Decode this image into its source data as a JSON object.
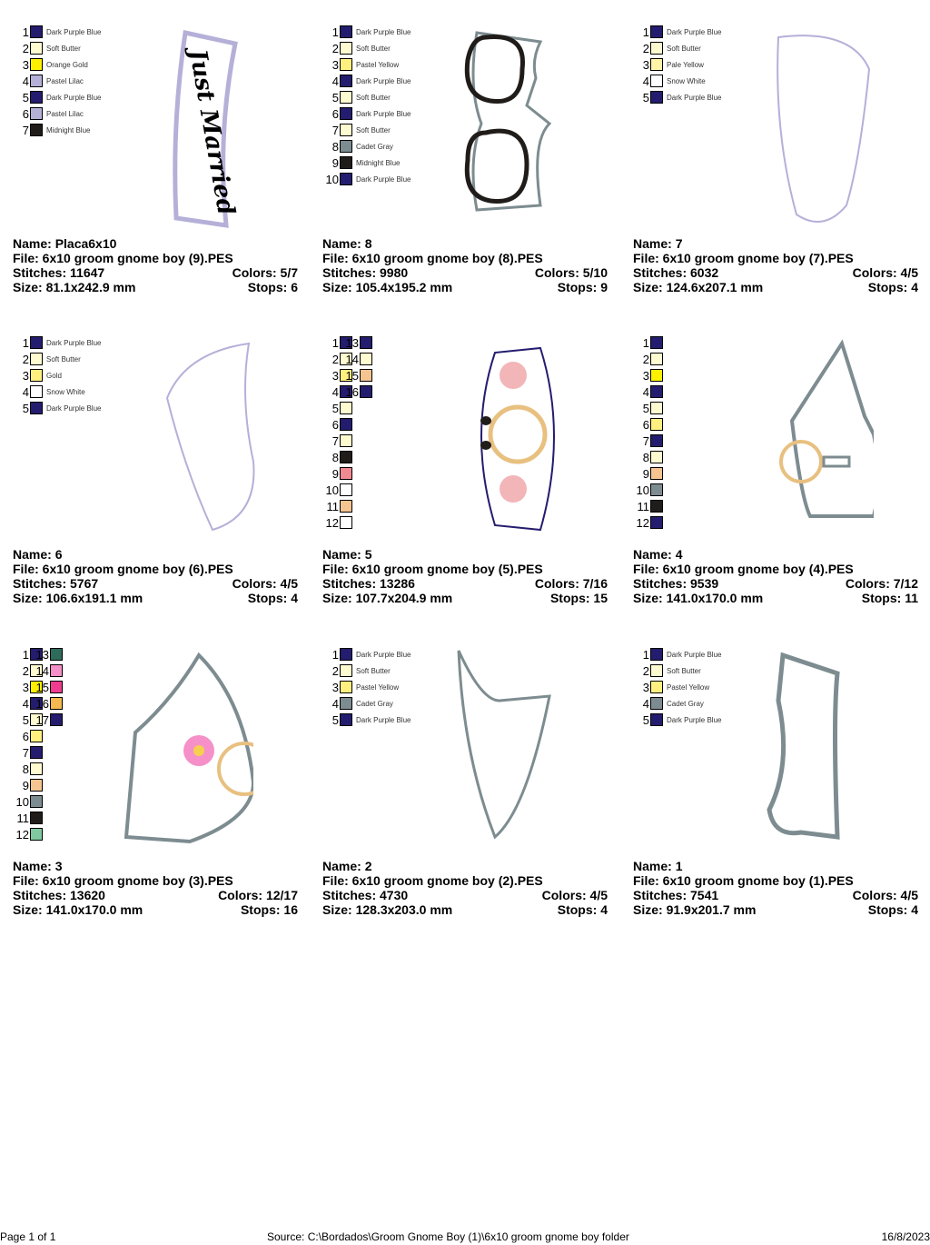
{
  "palette": {
    "Dark Purple Blue": "#241c6e",
    "Soft Butter": "#fffbd0",
    "Orange Gold": "#fff000",
    "Pastel Lilac": "#b5b0d8",
    "Midnight Blue": "#201c1a",
    "Pastel Yellow": "#fff080",
    "Cadet Gray": "#7d8c90",
    "Pale Yellow": "#fff4a8",
    "Snow White": "#ffffff",
    "Gold": "#fff080"
  },
  "designs": [
    {
      "name": "Placa6x10",
      "file": "6x10 groom gnome boy (9).PES",
      "stitches": "11647",
      "colors": "5/7",
      "size": "81.1x242.9 mm",
      "stops": "6",
      "art": "Just Married",
      "swatches": [
        [
          "Dark Purple Blue",
          "#241c6e"
        ],
        [
          "Soft Butter",
          "#fffbd0"
        ],
        [
          "Orange Gold",
          "#fff000"
        ],
        [
          "Pastel Lilac",
          "#b5b0d8"
        ],
        [
          "Dark Purple Blue",
          "#241c6e"
        ],
        [
          "Pastel Lilac",
          "#b5b0d8"
        ],
        [
          "Midnight Blue",
          "#201c1a"
        ]
      ]
    },
    {
      "name": "8",
      "file": "6x10 groom gnome boy (8).PES",
      "stitches": "9980",
      "colors": "5/10",
      "size": "105.4x195.2 mm",
      "stops": "9",
      "swatches": [
        [
          "Dark Purple Blue",
          "#241c6e"
        ],
        [
          "Soft Butter",
          "#fffbd0"
        ],
        [
          "Pastel Yellow",
          "#fff080"
        ],
        [
          "Dark Purple Blue",
          "#241c6e"
        ],
        [
          "Soft Butter",
          "#fffbd0"
        ],
        [
          "Dark Purple Blue",
          "#241c6e"
        ],
        [
          "Soft Butter",
          "#fffbd0"
        ],
        [
          "Cadet Gray",
          "#7d8c90"
        ],
        [
          "Midnight Blue",
          "#201c1a"
        ],
        [
          "Dark Purple Blue",
          "#241c6e"
        ]
      ]
    },
    {
      "name": "7",
      "file": "6x10 groom gnome boy (7).PES",
      "stitches": "6032",
      "colors": "4/5",
      "size": "124.6x207.1 mm",
      "stops": "4",
      "swatches": [
        [
          "Dark Purple Blue",
          "#241c6e"
        ],
        [
          "Soft Butter",
          "#fffbd0"
        ],
        [
          "Pale Yellow",
          "#fff4a8"
        ],
        [
          "Snow White",
          "#ffffff"
        ],
        [
          "Dark Purple Blue",
          "#241c6e"
        ]
      ]
    },
    {
      "name": "6",
      "file": "6x10 groom gnome boy (6).PES",
      "stitches": "5767",
      "colors": "4/5",
      "size": "106.6x191.1 mm",
      "stops": "4",
      "swatches": [
        [
          "Dark Purple Blue",
          "#241c6e"
        ],
        [
          "Soft Butter",
          "#fffbd0"
        ],
        [
          "Gold",
          "#fff080"
        ],
        [
          "Snow White",
          "#ffffff"
        ],
        [
          "Dark Purple Blue",
          "#241c6e"
        ]
      ]
    },
    {
      "name": "5",
      "file": "6x10 groom gnome boy (5).PES",
      "stitches": "13286",
      "colors": "7/16",
      "size": "107.7x204.9 mm",
      "stops": "15",
      "swatches": [
        [
          "",
          "#241c6e"
        ],
        [
          "",
          "#fffbd0"
        ],
        [
          "",
          "#fff080"
        ],
        [
          "",
          "#241c6e"
        ],
        [
          "",
          "#fffbd0"
        ],
        [
          "",
          "#241c6e"
        ],
        [
          "",
          "#fffbd0"
        ],
        [
          "",
          "#201c1a"
        ],
        [
          "",
          "#f08a92"
        ],
        [
          "",
          "#ffffff"
        ],
        [
          "",
          "#f5c490"
        ],
        [
          "",
          "#ffffff"
        ],
        [
          "",
          "#241c6e"
        ],
        [
          "",
          "#fffbd0"
        ],
        [
          "",
          "#f5c490"
        ],
        [
          "",
          "#241c6e"
        ]
      ]
    },
    {
      "name": "4",
      "file": "6x10 groom gnome boy (4).PES",
      "stitches": "9539",
      "colors": "7/12",
      "size": "141.0x170.0 mm",
      "stops": "11",
      "swatches": [
        [
          "",
          "#241c6e"
        ],
        [
          "",
          "#fffbd0"
        ],
        [
          "",
          "#fff000"
        ],
        [
          "",
          "#241c6e"
        ],
        [
          "",
          "#fffbd0"
        ],
        [
          "",
          "#fff080"
        ],
        [
          "",
          "#241c6e"
        ],
        [
          "",
          "#fffbd0"
        ],
        [
          "",
          "#f5c490"
        ],
        [
          "",
          "#7d8c90"
        ],
        [
          "",
          "#201c1a"
        ],
        [
          "",
          "#241c6e"
        ]
      ]
    },
    {
      "name": "3",
      "file": "6x10 groom gnome boy (3).PES",
      "stitches": "13620",
      "colors": "12/17",
      "size": "141.0x170.0 mm",
      "stops": "16",
      "swatches": [
        [
          "",
          "#241c6e"
        ],
        [
          "",
          "#fffbd0"
        ],
        [
          "",
          "#fff000"
        ],
        [
          "",
          "#241c6e"
        ],
        [
          "",
          "#fffbd0"
        ],
        [
          "",
          "#fff080"
        ],
        [
          "",
          "#241c6e"
        ],
        [
          "",
          "#fffbd0"
        ],
        [
          "",
          "#f5c490"
        ],
        [
          "",
          "#7d8c90"
        ],
        [
          "",
          "#201c1a"
        ],
        [
          "",
          "#80c8a0"
        ],
        [
          "",
          "#2e6b5a"
        ],
        [
          "",
          "#f590c8"
        ],
        [
          "",
          "#f03c90"
        ],
        [
          "",
          "#f5b850"
        ],
        [
          "",
          "#241c6e"
        ]
      ]
    },
    {
      "name": "2",
      "file": "6x10 groom gnome boy (2).PES",
      "stitches": "4730",
      "colors": "4/5",
      "size": "128.3x203.0 mm",
      "stops": "4",
      "swatches": [
        [
          "Dark Purple Blue",
          "#241c6e"
        ],
        [
          "Soft Butter",
          "#fffbd0"
        ],
        [
          "Pastel Yellow",
          "#fff080"
        ],
        [
          "Cadet Gray",
          "#7d8c90"
        ],
        [
          "Dark Purple Blue",
          "#241c6e"
        ]
      ]
    },
    {
      "name": "1",
      "file": "6x10 groom gnome boy (1).PES",
      "stitches": "7541",
      "colors": "4/5",
      "size": "91.9x201.7 mm",
      "stops": "4",
      "swatches": [
        [
          "Dark Purple Blue",
          "#241c6e"
        ],
        [
          "Soft Butter",
          "#fffbd0"
        ],
        [
          "Pastel Yellow",
          "#fff080"
        ],
        [
          "Cadet Gray",
          "#7d8c90"
        ],
        [
          "Dark Purple Blue",
          "#241c6e"
        ]
      ]
    }
  ],
  "labels": {
    "name": "Name: ",
    "file": "File: ",
    "stitches": "Stitches: ",
    "colors": "Colors: ",
    "size": "Size: ",
    "stops": "Stops: "
  },
  "footer": {
    "page": "Page 1 of 1",
    "source": "Source: C:\\Bordados\\Groom Gnome Boy (1)\\6x10  groom gnome boy folder",
    "date": "16/8/2023"
  }
}
